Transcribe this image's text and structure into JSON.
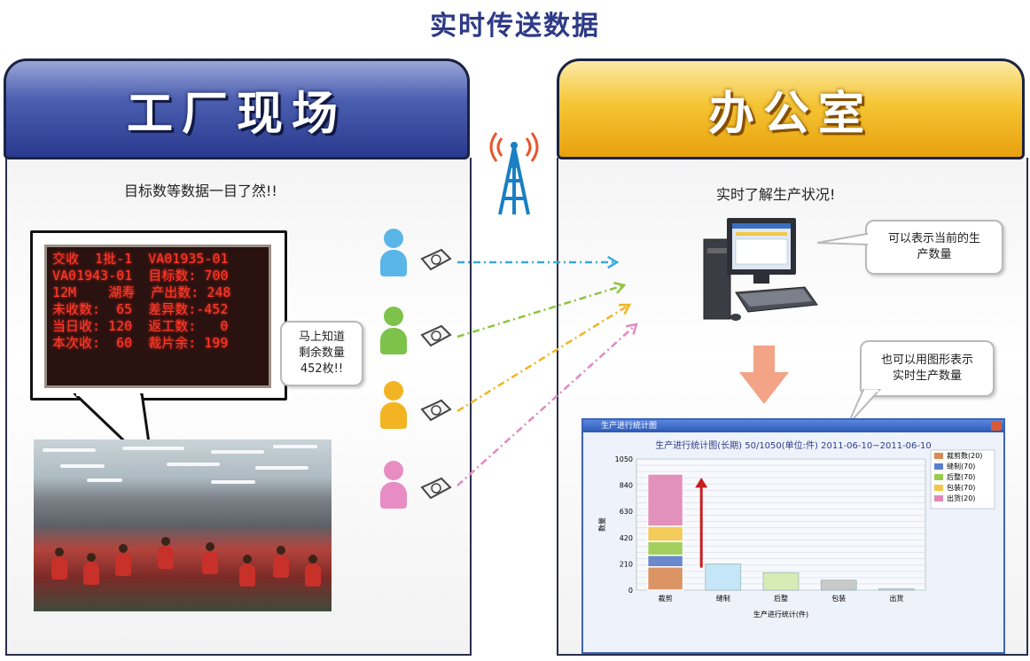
{
  "page_title": "实时传送数据",
  "left": {
    "header": "工厂现场",
    "caption": "目标数等数据一目了然!!",
    "led_lines": [
      "交收  1批-1  VA01935-01",
      "VA01943-01  目标数: 700",
      "12M    湖寿  产出数: 248",
      "未收数:  65  差异数:-452",
      "当日收: 120  返工数:   0",
      "本次收:  60  裁片余: 199"
    ],
    "bubble": "马上知道\n剩余数量\n452枚!!"
  },
  "right": {
    "header": "办公室",
    "caption": "实时了解生产状况!",
    "bubble_top": "可以表示当前的生\n产数量",
    "bubble_bottom": "也可以用图形表示\n实时生产数量"
  },
  "people_colors": [
    "#5ab6e6",
    "#7dc24a",
    "#f2b422",
    "#e78dc4"
  ],
  "arrow_colors": [
    "#3aa9dc",
    "#8cc43f",
    "#f1b520",
    "#e08bc0"
  ],
  "chart_window_title": "生产进行统计图",
  "chart_data": {
    "type": "bar",
    "title": "生产进行统计图(长期)  50/1050(单位:件)  2011-06-10~2011-06-10",
    "ylabel": "数量",
    "xlabel": "生产进行统计(件)",
    "ylim": [
      0,
      1050
    ],
    "yticks": [
      "1050",
      "840",
      "630",
      "420",
      "210",
      "0"
    ],
    "categories": [
      "裁剪",
      "缝制",
      "后整",
      "包装",
      "出货"
    ],
    "values": [
      930,
      210,
      140,
      80,
      10
    ],
    "stack_colors": [
      "#d98a55",
      "#5b7fc8",
      "#9acb4f",
      "#f3c84a",
      "#e087b5"
    ],
    "bar_colors": [
      "#c5e6f6",
      "#d6ecb4",
      "#c9c9c9",
      "#d0d0d0"
    ],
    "legend": [
      "裁剪数(20)",
      "缝制(70)",
      "后整(70)",
      "包装(70)",
      "出货(20)"
    ]
  }
}
